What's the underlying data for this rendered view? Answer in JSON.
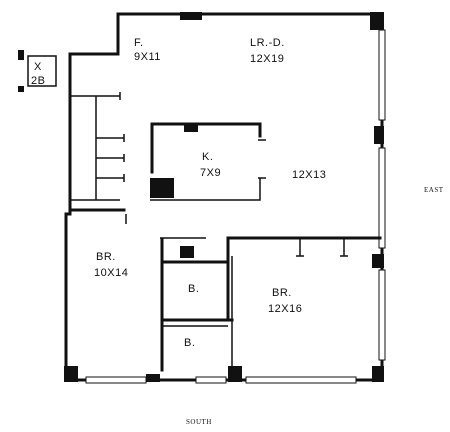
{
  "rooms": {
    "foyer": {
      "name": "F.",
      "size": "9X11"
    },
    "living_dining": {
      "name": "LR.-D.",
      "size": "12X19"
    },
    "kitchen": {
      "name": "K.",
      "size": "7X9"
    },
    "hall_area": {
      "size": "12X13"
    },
    "bedroom_west": {
      "name": "BR.",
      "size": "10X14"
    },
    "bath_1": {
      "name": "B."
    },
    "bath_2": {
      "name": "B."
    },
    "bedroom_east": {
      "name": "BR.",
      "size": "12X16"
    }
  },
  "apartment_tag": {
    "letter": "X",
    "number": "2B"
  },
  "compass": {
    "east": "EAST",
    "south": "SOUTH"
  }
}
